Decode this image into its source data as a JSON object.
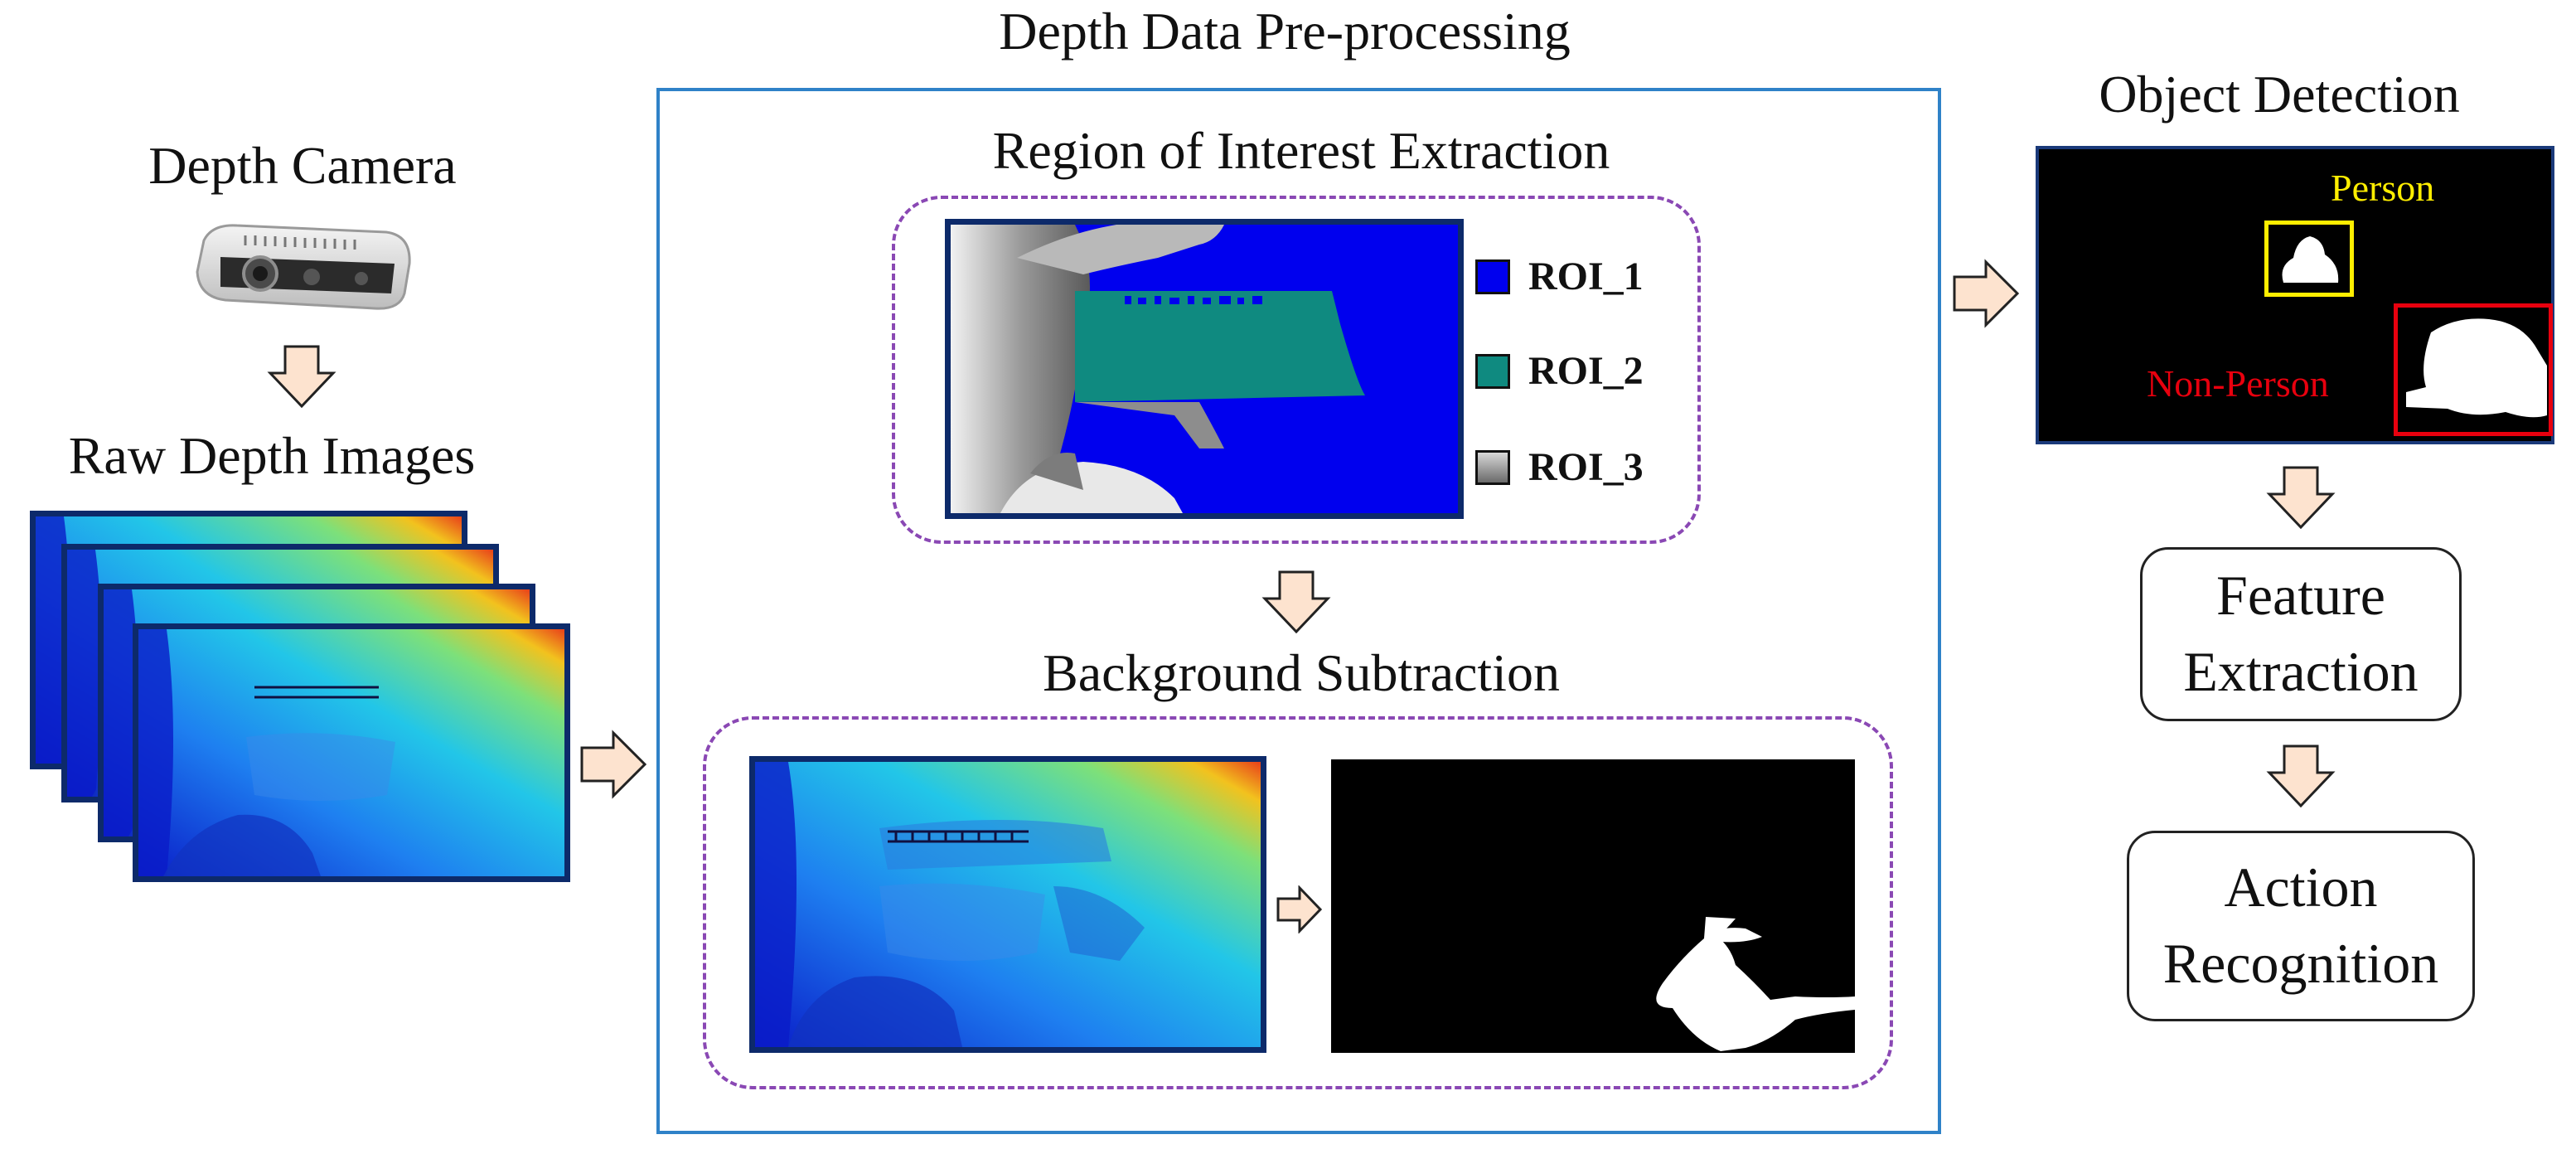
{
  "left": {
    "camera_title": "Depth Camera",
    "raw_title": "Raw Depth Images"
  },
  "preprocessing": {
    "title": "Depth Data Pre-processing",
    "roi_title": "Region of Interest Extraction",
    "roi_legend": [
      {
        "label": "ROI_1",
        "color": "#0000ee"
      },
      {
        "label": "ROI_2",
        "color": "#0f8a80"
      },
      {
        "label": "ROI_3",
        "color": "#a8a8a8"
      }
    ],
    "bg_title": "Background Subtraction"
  },
  "detection": {
    "title": "Object Detection",
    "person_label": "Person",
    "person_color": "#ffee00",
    "nonperson_label": "Non-Person",
    "nonperson_color": "#e8000e"
  },
  "steps": {
    "feature": "Feature Extraction",
    "action": "Action Recognition"
  },
  "colors": {
    "arrow_fill": "#fde3cf",
    "box_border": "#2f82c8",
    "dash_border": "#8a48b4",
    "frame_border": "#0d2a6a"
  },
  "icons": {
    "arrow": "block-arrow",
    "camera": "depth-camera-icon"
  }
}
